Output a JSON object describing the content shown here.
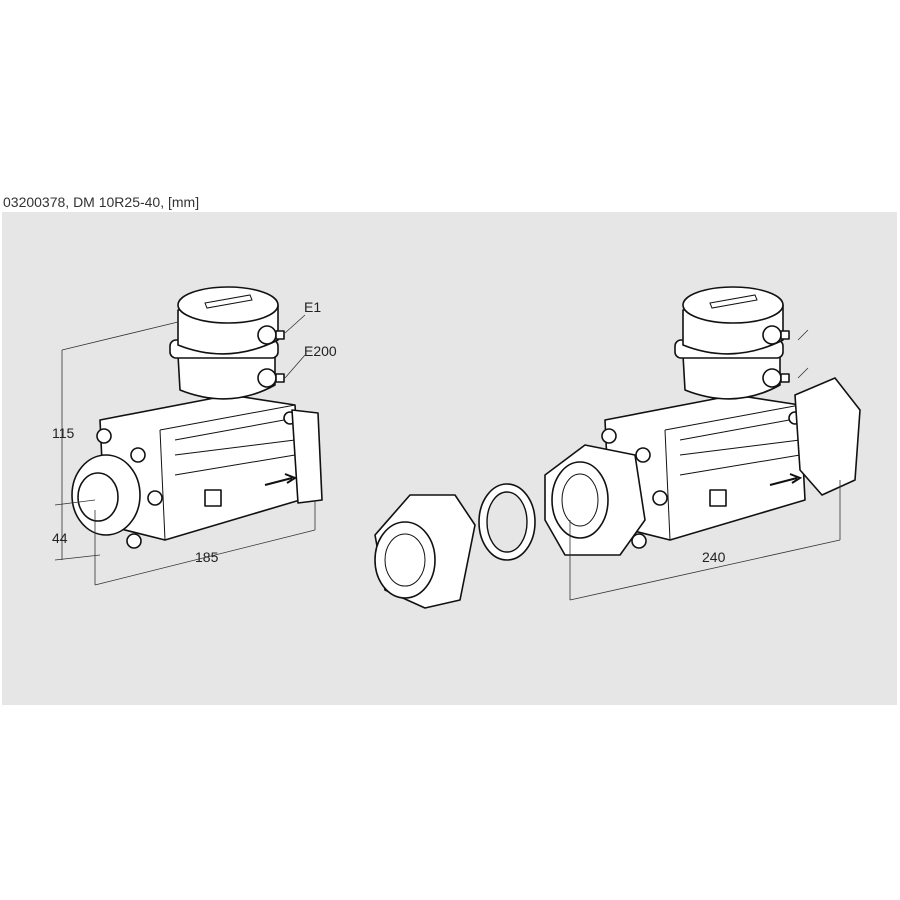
{
  "title": "03200378, DM 10R25-40, [mm]",
  "labels": {
    "e1": "E1",
    "e200": "E200",
    "height_total": "115",
    "height_axis": "44",
    "length_meter": "185",
    "length_with_fittings": "240"
  }
}
